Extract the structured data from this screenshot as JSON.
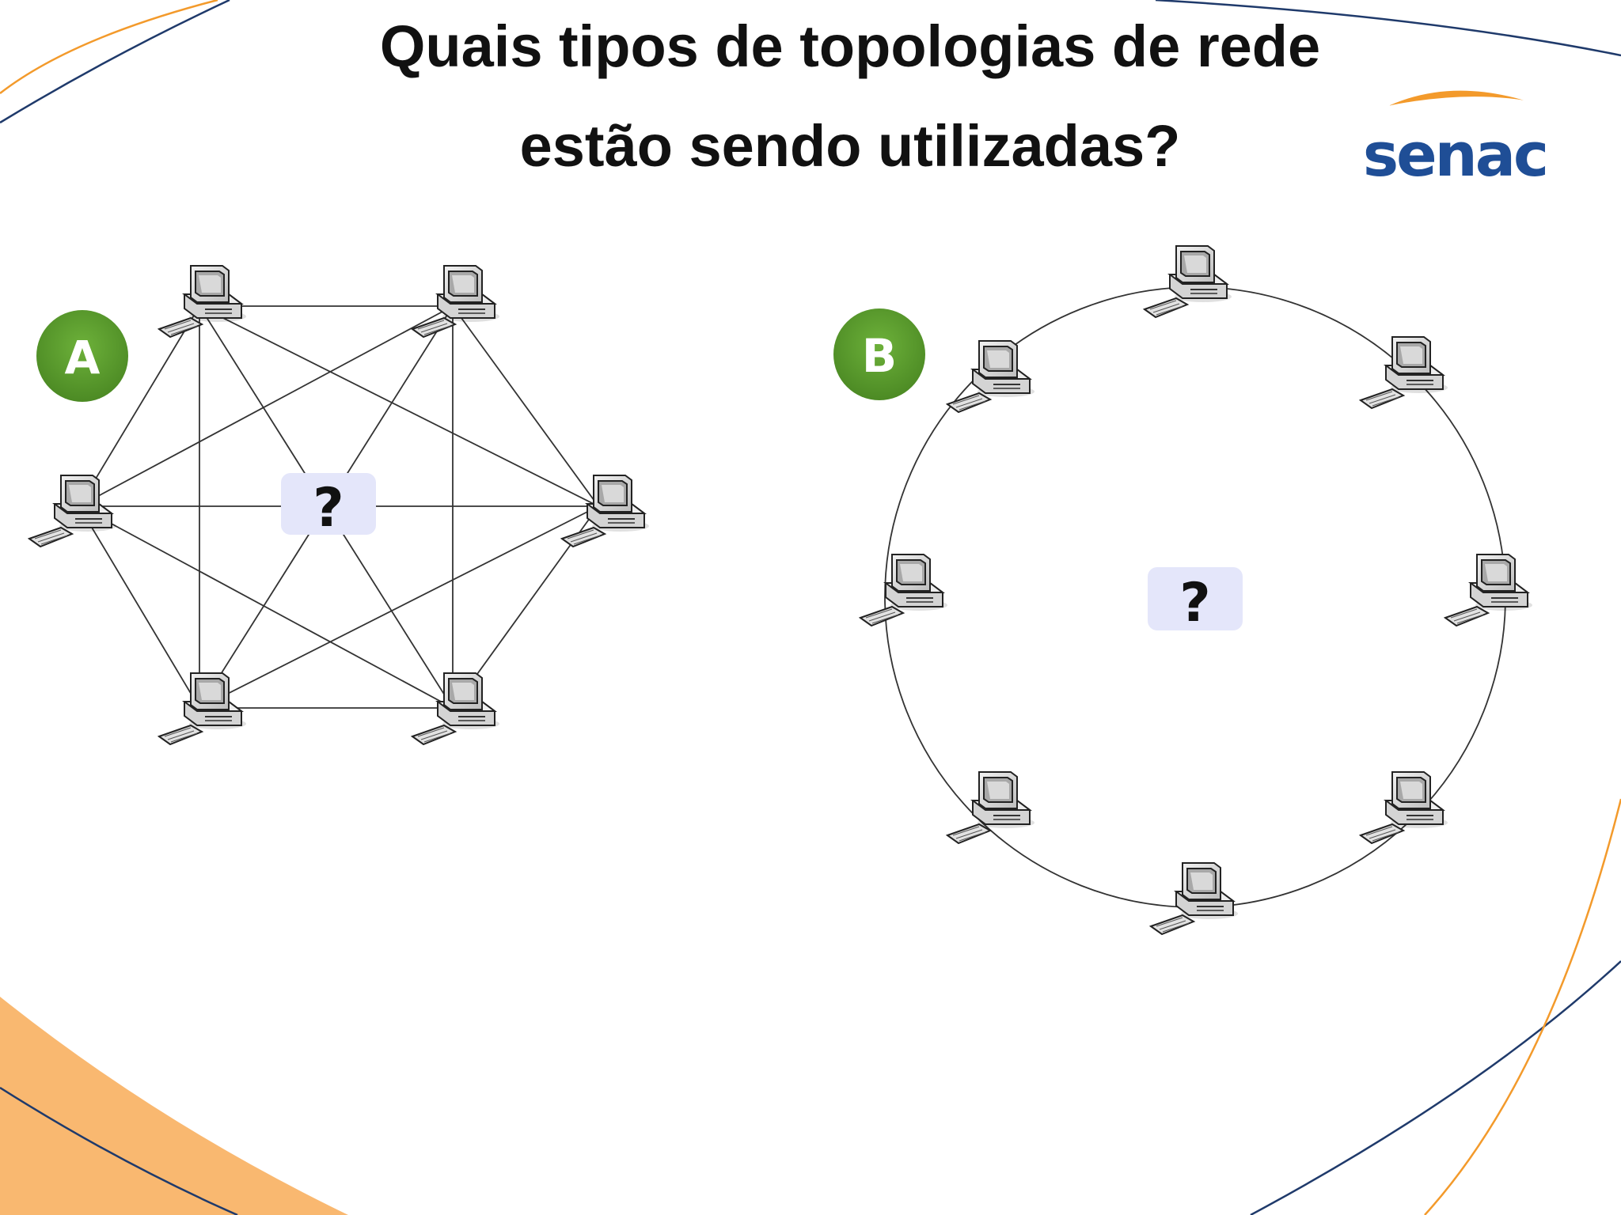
{
  "slide": {
    "title_line1": "Quais tipos de topologias de rede",
    "title_line2": "estão sendo utilizadas?"
  },
  "logo": {
    "text": "senac",
    "colors": {
      "text": "#1F4E96",
      "swoosh": "#F39A2B"
    }
  },
  "diagram_a": {
    "badge": "A",
    "question_mark": "?",
    "topology_nodes": 6,
    "description_links": "every node connected to every other node"
  },
  "diagram_b": {
    "badge": "B",
    "question_mark": "?",
    "topology_nodes": 8
  },
  "colors": {
    "badge": "#5A9A2E",
    "question_box": "#E4E6FA",
    "decor_orange": "#F7A858",
    "decor_navy": "#1F3A6B",
    "link": "#333333"
  },
  "icons": {
    "node": "desktop-computer-icon"
  }
}
